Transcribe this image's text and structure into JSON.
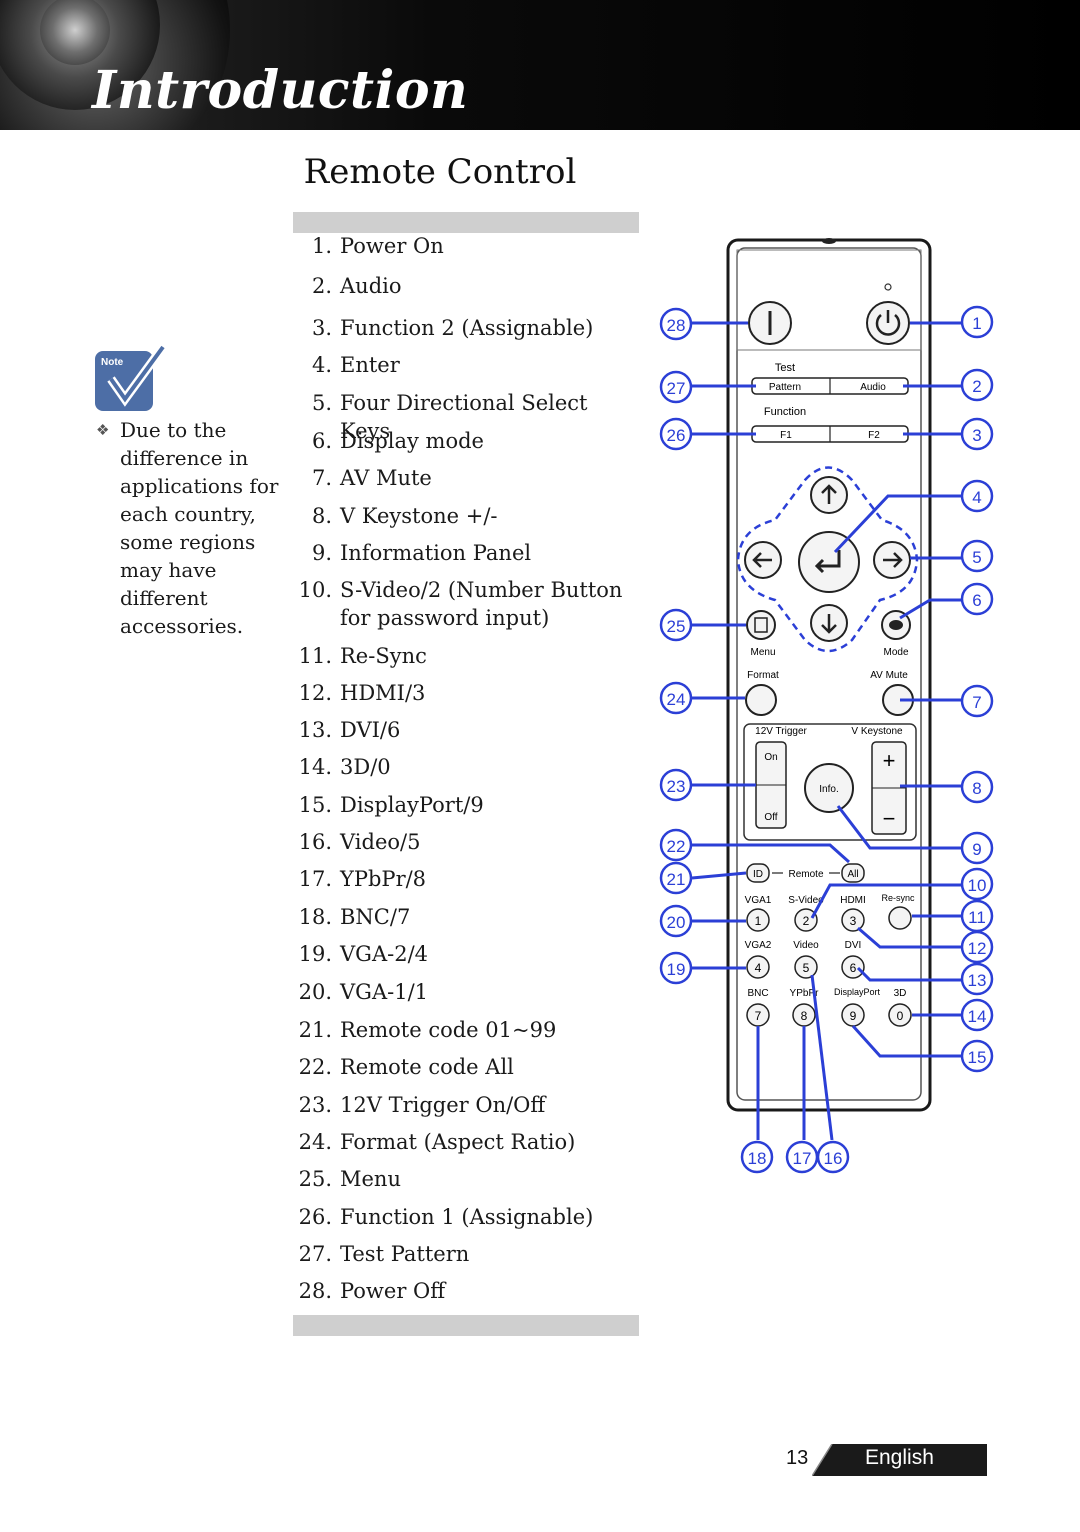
{
  "header": {
    "title": "Introduction"
  },
  "page_title": "Remote Control",
  "legend": [
    {
      "num": "1.",
      "text": "Power On"
    },
    {
      "num": "2.",
      "text": "Audio"
    },
    {
      "num": "3.",
      "text": "Function 2 (Assignable)"
    },
    {
      "num": "4.",
      "text": "Enter"
    },
    {
      "num": "5.",
      "text": "Four Directional Select Keys"
    },
    {
      "num": "6.",
      "text": "Display mode"
    },
    {
      "num": "7.",
      "text": "AV Mute"
    },
    {
      "num": "8.",
      "text": "V Keystone +/-"
    },
    {
      "num": "9.",
      "text": "Information Panel"
    },
    {
      "num": "10.",
      "text": "S-Video/2 (Number Button",
      "text2": "for password input)"
    },
    {
      "num": "11.",
      "text": "Re-Sync"
    },
    {
      "num": "12.",
      "text": "HDMI/3"
    },
    {
      "num": "13.",
      "text": "DVI/6"
    },
    {
      "num": "14.",
      "text": "3D/0"
    },
    {
      "num": "15.",
      "text": "DisplayPort/9"
    },
    {
      "num": "16.",
      "text": "Video/5"
    },
    {
      "num": "17.",
      "text": "YPbPr/8"
    },
    {
      "num": "18.",
      "text": "BNC/7"
    },
    {
      "num": "19.",
      "text": "VGA-2/4"
    },
    {
      "num": "20.",
      "text": "VGA-1/1"
    },
    {
      "num": "21.",
      "text": "Remote code 01~99"
    },
    {
      "num": "22.",
      "text": "Remote code All"
    },
    {
      "num": "23.",
      "text": "12V Trigger On/Off"
    },
    {
      "num": "24.",
      "text": "Format (Aspect Ratio)"
    },
    {
      "num": "25.",
      "text": "Menu"
    },
    {
      "num": "26.",
      "text": "Function 1 (Assignable)"
    },
    {
      "num": "27.",
      "text": "Test Pattern"
    },
    {
      "num": "28.",
      "text": "Power Off"
    }
  ],
  "note": {
    "icon_label": "Note",
    "text": "Due to the difference in applications for each country, some regions may have different accessories."
  },
  "remote": {
    "labels": {
      "test": "Test",
      "pattern": "Pattern",
      "audio": "Audio",
      "function": "Function",
      "f1": "F1",
      "f2": "F2",
      "menu": "Menu",
      "mode": "Mode",
      "format": "Format",
      "av_mute": "AV Mute",
      "trigger": "12V Trigger",
      "keystone": "V Keystone",
      "on": "On",
      "off": "Off",
      "info": "Info.",
      "id": "ID",
      "remote": "Remote",
      "all": "All",
      "vga1": "VGA1",
      "svideo": "S-Video",
      "hdmi": "HDMI",
      "resync": "Re-sync",
      "vga2": "VGA2",
      "video": "Video",
      "dvi": "DVI",
      "bnc": "BNC",
      "ypbpr": "YPbPr",
      "displayport": "DisplayPort",
      "3d": "3D",
      "n1": "1",
      "n2": "2",
      "n3": "3",
      "n4": "4",
      "n5": "5",
      "n6": "6",
      "n7": "7",
      "n8": "8",
      "n9": "9",
      "n0": "0",
      "plus": "+",
      "minus": "−"
    },
    "callouts": {
      "c1": "1",
      "c2": "2",
      "c3": "3",
      "c4": "4",
      "c5": "5",
      "c6": "6",
      "c7": "7",
      "c8": "8",
      "c9": "9",
      "c10": "10",
      "c11": "11",
      "c12": "12",
      "c13": "13",
      "c14": "14",
      "c15": "15",
      "c16": "16",
      "c17": "17",
      "c18": "18",
      "c19": "19",
      "c20": "20",
      "c21": "21",
      "c22": "22",
      "c23": "23",
      "c24": "24",
      "c25": "25",
      "c26": "26",
      "c27": "27",
      "c28": "28"
    }
  },
  "footer": {
    "page_number": "13",
    "language": "English"
  },
  "colors": {
    "callout": "#2b3fd6",
    "header_bg": "#000000",
    "gray_bar": "#cfcfcf",
    "note_icon": "#4d6ea6"
  }
}
